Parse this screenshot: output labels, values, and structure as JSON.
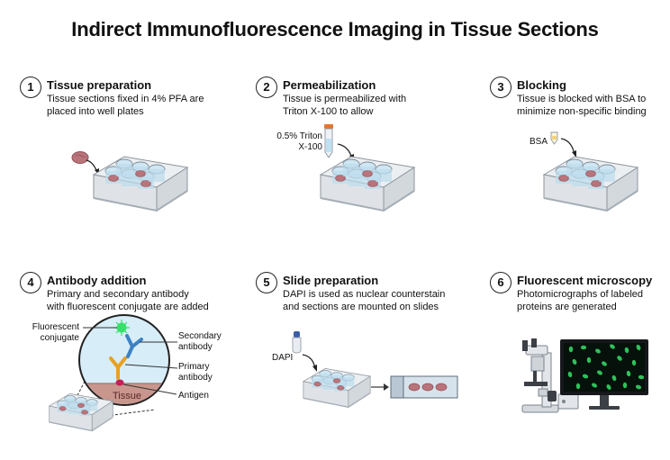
{
  "title": "Indirect Immunofluorescence Imaging in Tissue Sections",
  "steps": [
    {
      "number": "1",
      "title": "Tissue preparation",
      "description": "Tissue sections fixed in 4% PFA are\nplaced into well plates"
    },
    {
      "number": "2",
      "title": "Permeabilization",
      "description": "Tissue is permeabilized with\nTriton X-100 to allow"
    },
    {
      "number": "3",
      "title": "Blocking",
      "description": "Tissue is blocked with BSA to\nminimize non-specific binding"
    },
    {
      "number": "4",
      "title": "Antibody addition",
      "description": "Primary and secondary antibody\nwith fluorescent conjugate are added"
    },
    {
      "number": "5",
      "title": "Slide preparation",
      "description": "DAPI is used as nuclear counterstain\nand sections are mounted on slides"
    },
    {
      "number": "6",
      "title": "Fluorescent microscopy",
      "description": "Photomicrographs of labeled\nproteins are generated"
    }
  ],
  "labels": {
    "triton": "0.5% Triton\nX-100",
    "bsa": "BSA",
    "fluorescent_conjugate": "Fluorescent\nconjugate",
    "secondary_antibody": "Secondary\nantibody",
    "primary_antibody": "Primary\nantibody",
    "antigen": "Antigen",
    "tissue": "Tissue",
    "dapi": "DAPI"
  },
  "colors": {
    "plate": "#d9dde2",
    "well": "#cfe6f3",
    "tissue": "#b9737a",
    "secondary_antibody": "#3c82c4",
    "primary_antibody": "#e7a122",
    "fluorescence": "#36e06a",
    "monitor": "#16181c"
  }
}
